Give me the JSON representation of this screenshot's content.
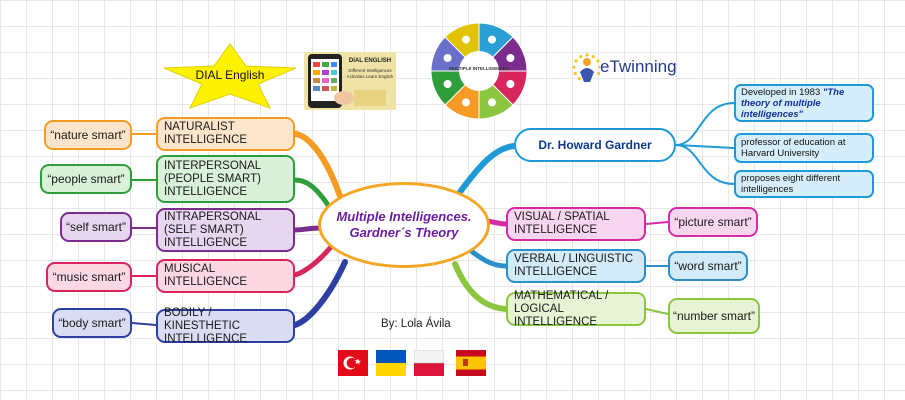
{
  "center": {
    "line1": "Multiple Intelligences.",
    "line2": "Gardner´s Theory"
  },
  "star_label": "DIAL English",
  "phone_card": {
    "title": "DIAL ENGLISH",
    "subtitle": "Different Intelligences Activities Learn English"
  },
  "wheel": {
    "center_label": "MULTIPLE INTELLIGENCES"
  },
  "etwinning": {
    "logo_text": "eTwinning"
  },
  "gardner": {
    "name": "Dr. Howard Gardner",
    "notes": [
      {
        "text": "Developed in 1983 ",
        "emph": "\"The theory of multiple intelligences\""
      },
      {
        "text": "professor of education at Harvard University",
        "emph": ""
      },
      {
        "text": "proposes eight different intelligences",
        "emph": ""
      }
    ]
  },
  "left_branches": [
    {
      "label": "NATURALIST INTELLIGENCE",
      "tag": "“nature smart”",
      "color": "#f59a23",
      "fill": "#fde5cc"
    },
    {
      "label": "INTERPERSONAL (PEOPLE SMART) INTELLIGENCE",
      "tag": "“people smart”",
      "color": "#2e9e3a",
      "fill": "#d9f0d9"
    },
    {
      "label": "INTRAPERSONAL (SELF SMART) INTELLIGENCE",
      "tag": "“self smart”",
      "color": "#7b2d8e",
      "fill": "#e7d6ef"
    },
    {
      "label": "MUSICAL INTELLIGENCE",
      "tag": "“music smart”",
      "color": "#d8255c",
      "fill": "#fbd8e2"
    },
    {
      "label": "BODILY / KINESTHETIC INTELLIGENCE",
      "tag": "“body smart”",
      "color": "#2d3fa0",
      "fill": "#d9dcf2"
    }
  ],
  "right_branches": [
    {
      "label": "VISUAL / SPATIAL INTELLIGENCE",
      "tag": "“picture smart”",
      "color": "#d62ba5",
      "fill": "#f9d6ef"
    },
    {
      "label": "VERBAL / LINGUISTIC INTELLIGENCE",
      "tag": "“word smart”",
      "color": "#2b8fc9",
      "fill": "#d3ebf8"
    },
    {
      "label": "MATHEMATICAL / LOGICAL INTELLIGENCE",
      "tag": "“number smart”",
      "color": "#8cc63f",
      "fill": "#e6f3d4"
    }
  ],
  "byline": "By: Lola Ávila",
  "flags": [
    "turkey-flag",
    "ukraine-flag",
    "poland-flag",
    "spain-flag"
  ]
}
